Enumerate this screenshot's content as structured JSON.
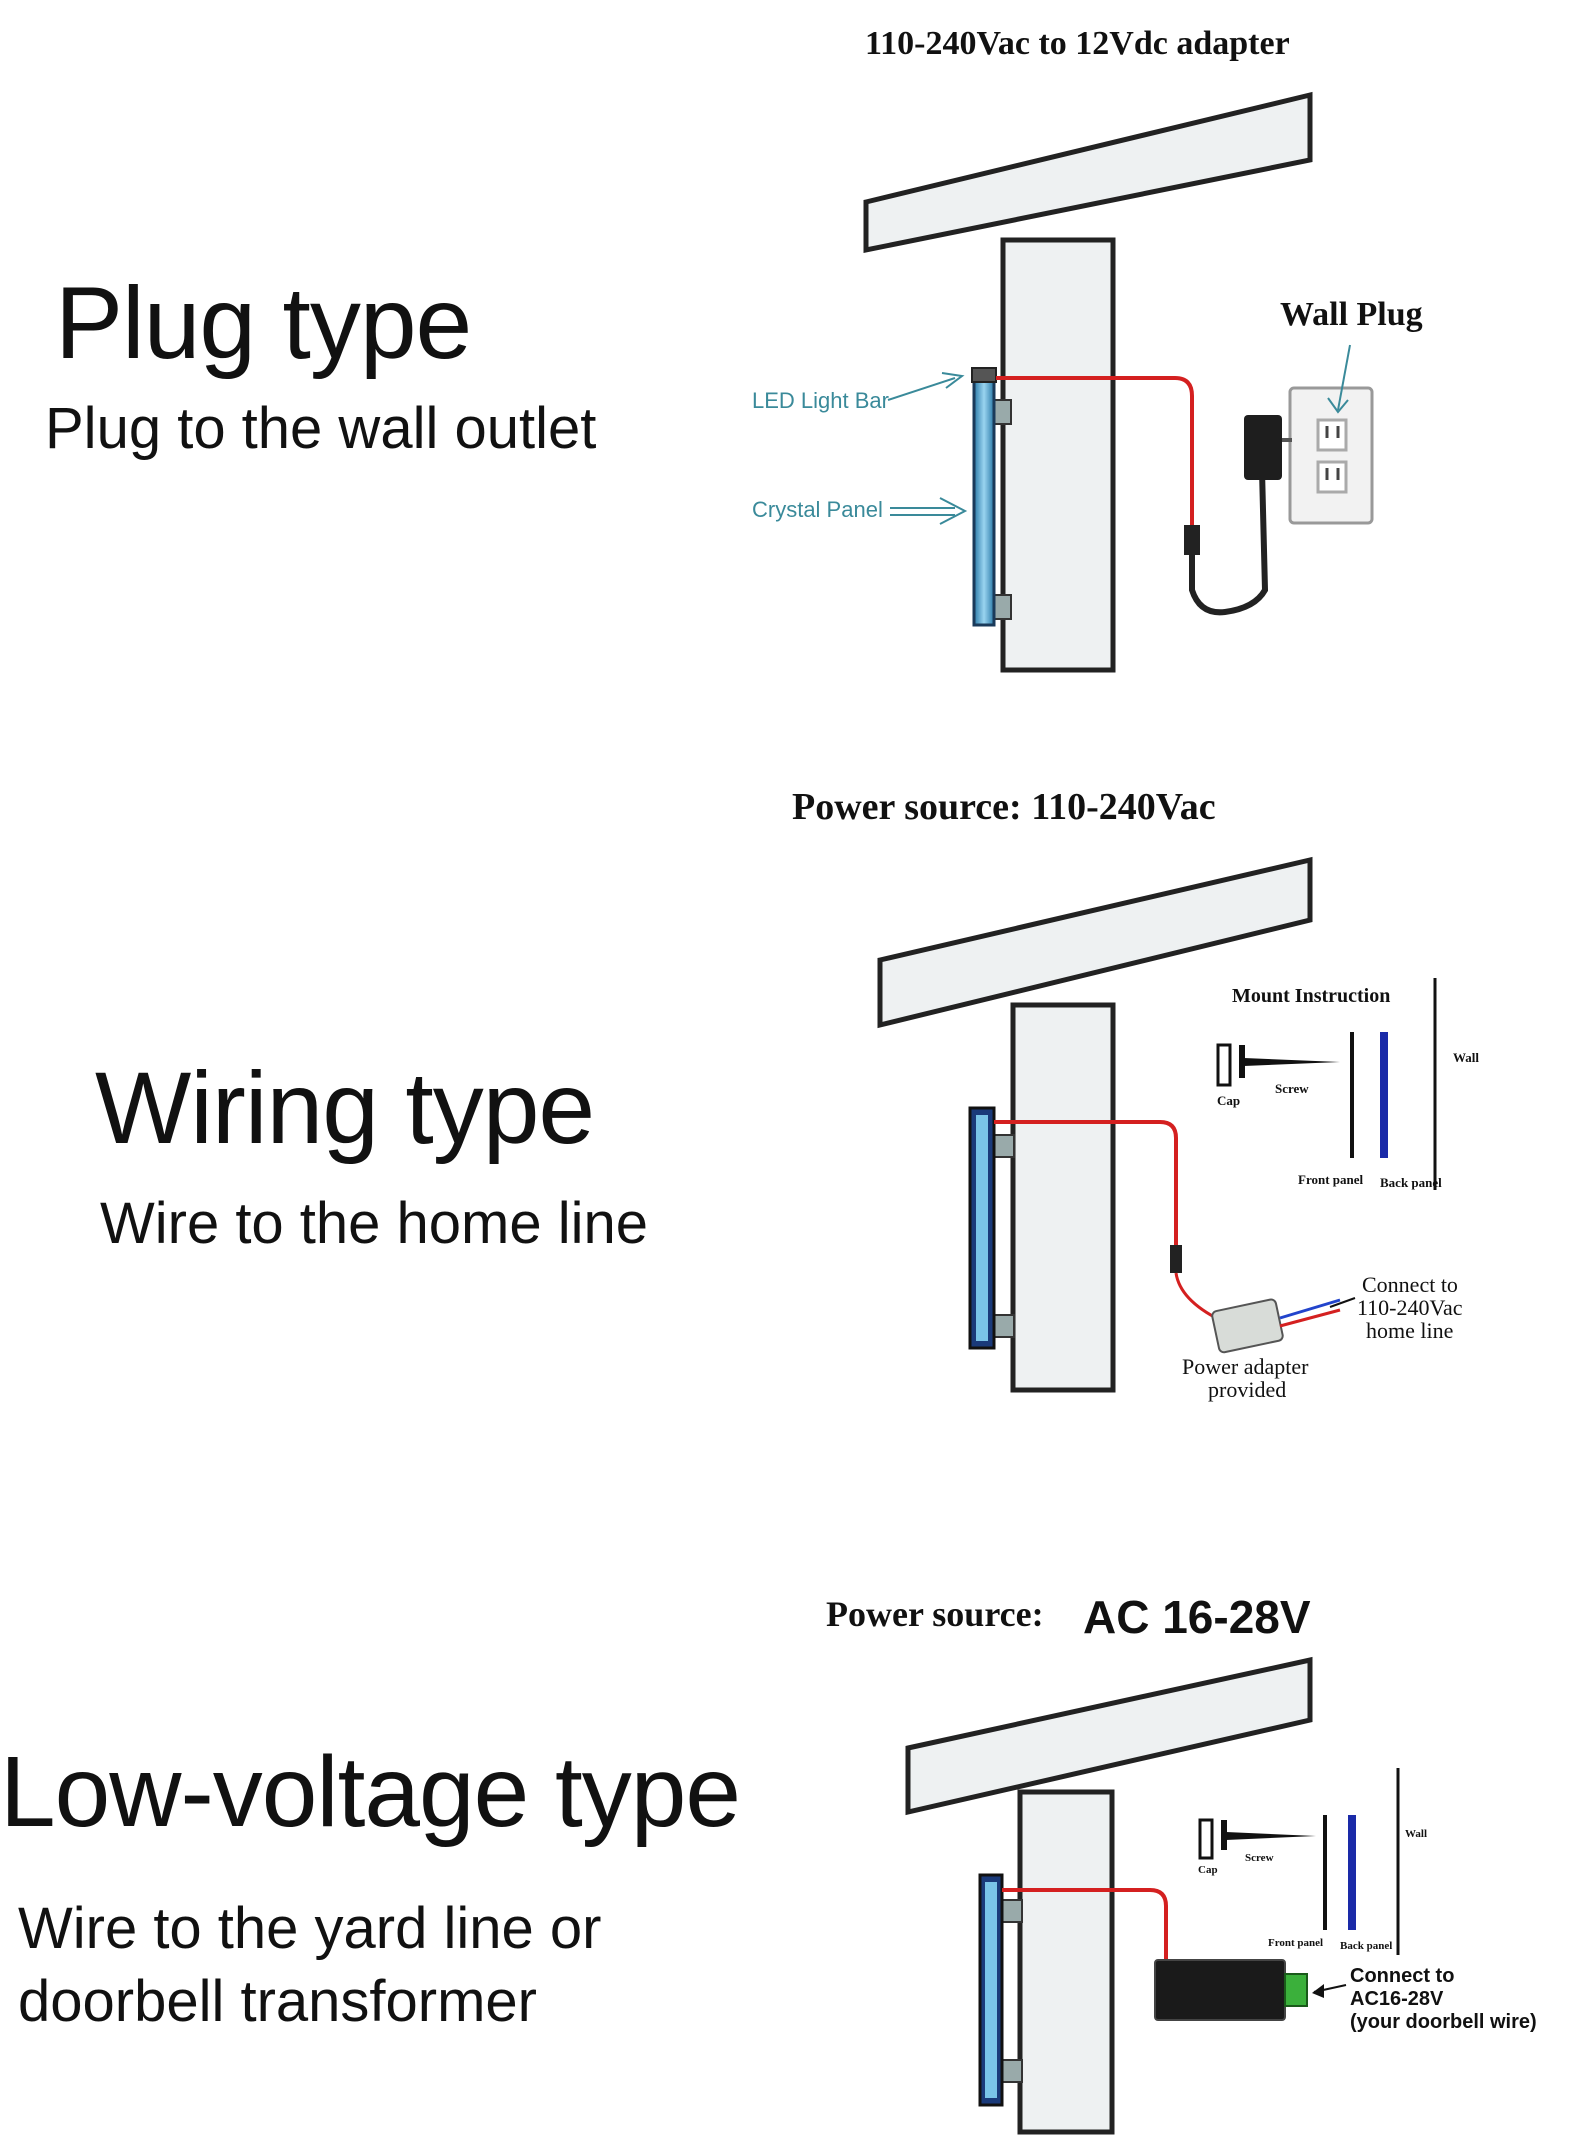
{
  "section1": {
    "title": "Plug type",
    "subtitle": "Plug to the wall outlet",
    "header": "110-240Vac to 12Vdc adapter",
    "label_wall_plug": "Wall Plug",
    "label_led": "LED Light Bar",
    "label_crystal": "Crystal Panel"
  },
  "section2": {
    "title": "Wiring type",
    "subtitle": "Wire to the home line",
    "header": "Power source: 110-240Vac",
    "mount_title": "Mount Instruction",
    "cap": "Cap",
    "screw": "Screw",
    "front_panel": "Front panel",
    "back_panel": "Back panel",
    "wall": "Wall",
    "connect_line1": "Connect to",
    "connect_line2": "110-240Vac",
    "connect_line3": "home line",
    "adapter_line1": "Power adapter",
    "adapter_line2": "provided"
  },
  "section3": {
    "title": "Low-voltage type",
    "subtitle_line1": "Wire to the yard line or",
    "subtitle_line2": "doorbell transformer",
    "header_label": "Power source:",
    "header_value": "AC 16-28V",
    "cap": "Cap",
    "screw": "Screw",
    "front_panel": "Front panel",
    "back_panel": "Back panel",
    "wall": "Wall",
    "connect_line1": "Connect to",
    "connect_line2": "AC16-28V",
    "connect_line3": "(your doorbell wire)"
  },
  "colors": {
    "wire_red": "#d42020",
    "panel_blue": "#6ab8e0",
    "back_panel_blue": "#1a2aa8",
    "post_gray": "#eceff0"
  }
}
